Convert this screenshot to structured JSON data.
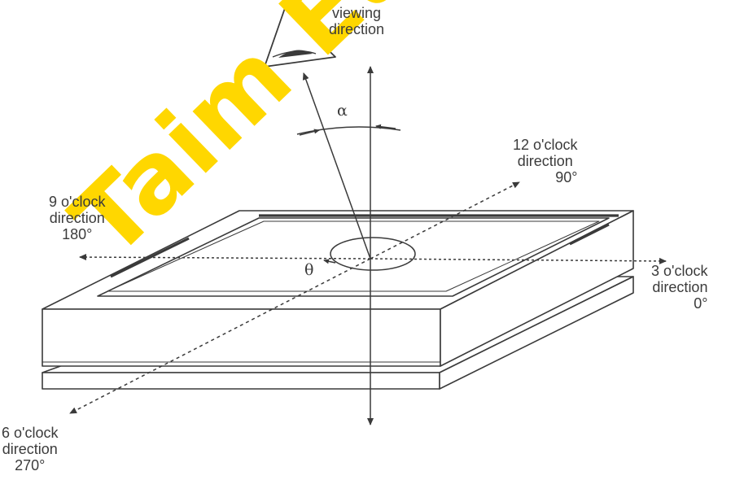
{
  "labels": {
    "viewing_direction": [
      "viewing",
      "direction"
    ],
    "alpha": "α",
    "theta": "θ",
    "twelve_oclock": [
      "12 o'clock",
      "direction",
      "90°"
    ],
    "nine_oclock": [
      "9 o'clock",
      "direction",
      "180°"
    ],
    "three_oclock": [
      "3 o'clock",
      "direction",
      "0°"
    ],
    "six_oclock": [
      "6 o'clock",
      "direction",
      "270°"
    ]
  },
  "watermark": "Taim Europe",
  "colors": {
    "line": "#3a3a3a",
    "watermark": "#ffd700"
  },
  "icons": {
    "eye": "eye-icon"
  }
}
